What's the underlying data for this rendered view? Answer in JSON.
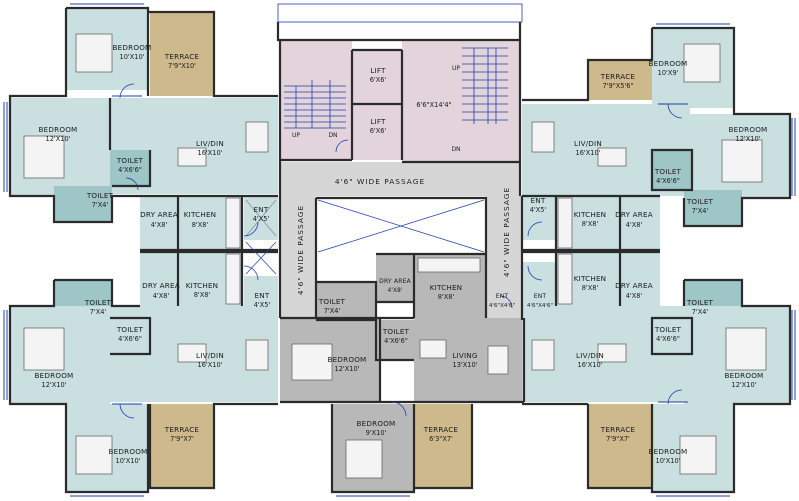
{
  "colors": {
    "flat_floor": "#c9dfe0",
    "toilet_floor": "#9ec6c6",
    "terrace_floor": "#cdb98c",
    "core_floor": "#e3d4dc",
    "passage_floor": "#d6d6d6",
    "center_flat": "#b8b8b8",
    "wall": "#2b2b2b",
    "balcony_line": "#1d3fa8",
    "furniture": "#6a6a6a"
  },
  "labels": {
    "bedroom_tl": {
      "name": "BEDROOM",
      "dim": "10'X10'"
    },
    "terrace_tl": {
      "name": "TERRACE",
      "dim": "7'9\"X10'"
    },
    "bedroom_l1": {
      "name": "BEDROOM",
      "dim": "12'X10'"
    },
    "toilet_l1": {
      "name": "TOILET",
      "dim": "4'X6'6\""
    },
    "livdin_l1": {
      "name": "LIV/DIN",
      "dim": "16'X10'"
    },
    "toilet_l1b": {
      "name": "TOILET",
      "dim": "7'X4'"
    },
    "dry_l1": {
      "name": "DRY AREA",
      "dim": "4'X8'"
    },
    "kitchen_l1": {
      "name": "KITCHEN",
      "dim": "8'X8'"
    },
    "ent_l1": {
      "name": "ENT",
      "dim": "4'X5'"
    },
    "dry_l2": {
      "name": "DRY AREA",
      "dim": "4'X8'"
    },
    "kitchen_l2": {
      "name": "KITCHEN",
      "dim": "8'X8'"
    },
    "ent_l2": {
      "name": "ENT",
      "dim": "4'X5'"
    },
    "toilet_l2": {
      "name": "TOILET",
      "dim": "7'X4'"
    },
    "toilet_l2b": {
      "name": "TOILET",
      "dim": "4'X6'6\""
    },
    "bedroom_l2": {
      "name": "BEDROOM",
      "dim": "12'X10'"
    },
    "livdin_l2": {
      "name": "LIV/DIN",
      "dim": "16'X10'"
    },
    "terrace_bl": {
      "name": "TERRACE",
      "dim": "7'9\"X7'"
    },
    "bedroom_bl": {
      "name": "BEDROOM",
      "dim": "10'X10'"
    },
    "lift1": {
      "name": "LIFT",
      "dim": "6'X6'"
    },
    "lift2": {
      "name": "LIFT",
      "dim": "6'X6'"
    },
    "lobby": "6'6\"X14'4\"",
    "passage_top": "4'6\" WIDE PASSAGE",
    "passage_left": "4'6\" WIDE PASSAGE",
    "passage_right": "4'6\" WIDE PASSAGE",
    "up": "UP",
    "dn": "DN",
    "toilet_c1": {
      "name": "TOILET",
      "dim": "7'X4'"
    },
    "dry_c": {
      "name": "DRY AREA",
      "dim": "4'X8'"
    },
    "kitchen_c": {
      "name": "KITCHEN",
      "dim": "8'X8'"
    },
    "toilet_c2": {
      "name": "TOILET",
      "dim": "4'X6'6\""
    },
    "bedroom_c1": {
      "name": "BEDROOM",
      "dim": "12'X10'"
    },
    "living_c": {
      "name": "LIVING",
      "dim": "13'X10'"
    },
    "ent_c1": {
      "name": "ENT",
      "dim": "4'6\"X4'6\""
    },
    "ent_c2": {
      "name": "ENT",
      "dim": "4'6\"X4'6\""
    },
    "bedroom_c2": {
      "name": "BEDROOM",
      "dim": "9'X10'"
    },
    "terrace_c": {
      "name": "TERRACE",
      "dim": "6'3\"X7'"
    },
    "terrace_tr": {
      "name": "TERRACE",
      "dim": "7'9\"X5'6\""
    },
    "bedroom_tr": {
      "name": "BEDROOM",
      "dim": "10'X9'"
    },
    "bedroom_r1": {
      "name": "BEDROOM",
      "dim": "12'X10'"
    },
    "livdin_r1": {
      "name": "LIV/DIN",
      "dim": "16'X10'"
    },
    "toilet_r1": {
      "name": "TOILET",
      "dim": "4'X6'6\""
    },
    "toilet_r1b": {
      "name": "TOILET",
      "dim": "7'X4'"
    },
    "ent_r1": {
      "name": "ENT",
      "dim": "4'X5'"
    },
    "kitchen_r1": {
      "name": "KITCHEN",
      "dim": "8'X8'"
    },
    "dry_r1": {
      "name": "DRY AREA",
      "dim": "4'X8'"
    },
    "kitchen_r2": {
      "name": "KITCHEN",
      "dim": "8'X8'"
    },
    "dry_r2": {
      "name": "DRY AREA",
      "dim": "4'X8'"
    },
    "toilet_r2": {
      "name": "TOILET",
      "dim": "7'X4'"
    },
    "toilet_r2b": {
      "name": "TOILET",
      "dim": "4'X6'6\""
    },
    "livdin_r2": {
      "name": "LIV/DIN",
      "dim": "16'X10'"
    },
    "bedroom_r2": {
      "name": "BEDROOM",
      "dim": "12'X10'"
    },
    "terrace_br": {
      "name": "TERRACE",
      "dim": "7'9\"X7'"
    },
    "bedroom_br": {
      "name": "BEDROOM",
      "dim": "10'X10'"
    }
  }
}
